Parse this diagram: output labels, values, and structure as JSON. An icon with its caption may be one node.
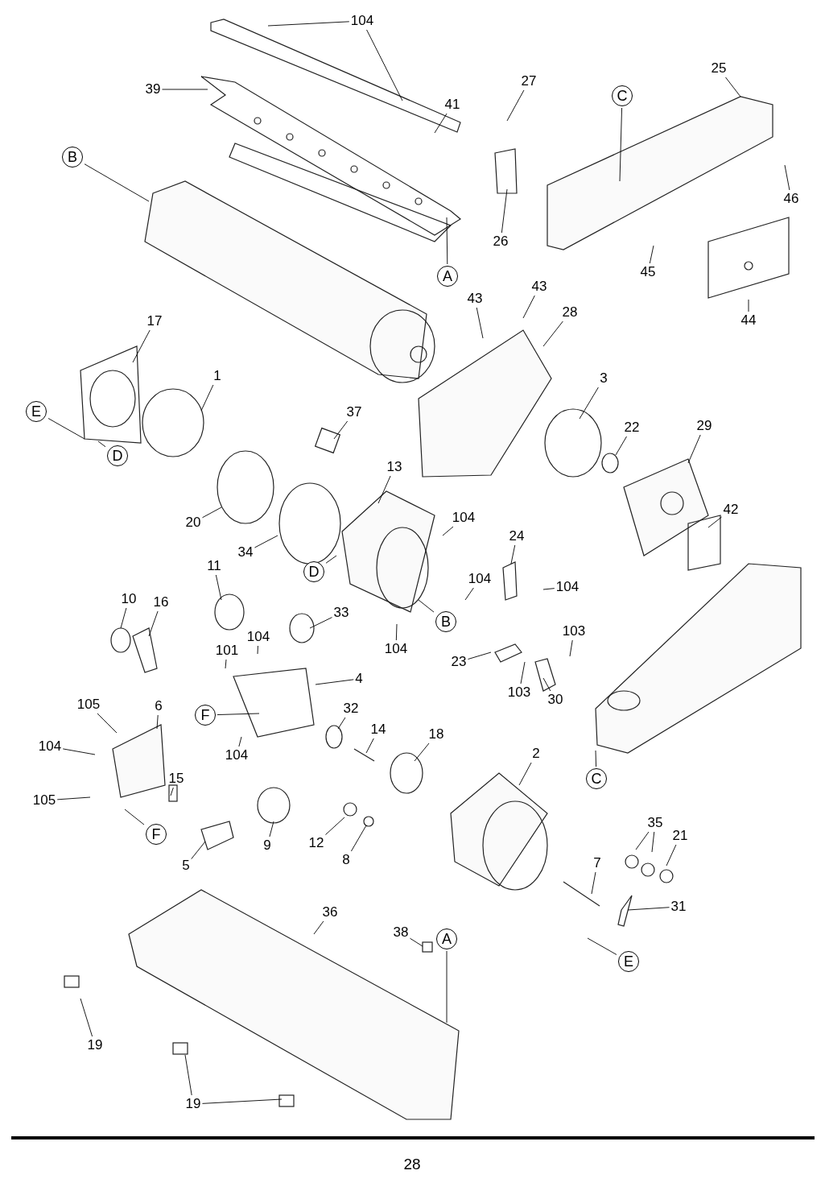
{
  "diagram": {
    "nodes": [
      {
        "text": [
          "104"
        ]
      },
      {
        "text": [
          "39"
        ]
      },
      {
        "text": [
          "41"
        ]
      },
      {
        "text": [
          "B"
        ]
      },
      {
        "text": [
          "A"
        ]
      },
      {
        "text": [
          "27"
        ]
      },
      {
        "text": [
          "25"
        ]
      },
      {
        "text": [
          "C"
        ]
      },
      {
        "text": [
          "46"
        ]
      },
      {
        "text": [
          "26"
        ]
      },
      {
        "text": [
          "45"
        ]
      },
      {
        "text": [
          "44"
        ]
      },
      {
        "text": [
          "43"
        ]
      },
      {
        "text": [
          "43"
        ]
      },
      {
        "text": [
          "28"
        ]
      },
      {
        "text": [
          "17"
        ]
      },
      {
        "text": [
          "1"
        ]
      },
      {
        "text": [
          "E"
        ]
      },
      {
        "text": [
          "D"
        ]
      },
      {
        "text": [
          "37"
        ]
      },
      {
        "text": [
          "3"
        ]
      },
      {
        "text": [
          "22"
        ]
      },
      {
        "text": [
          "29"
        ]
      },
      {
        "text": [
          "13"
        ]
      },
      {
        "text": [
          "20"
        ]
      },
      {
        "text": [
          "104"
        ]
      },
      {
        "text": [
          "42"
        ]
      },
      {
        "text": [
          "24"
        ]
      },
      {
        "text": [
          "34"
        ]
      },
      {
        "text": [
          "D"
        ]
      },
      {
        "text": [
          "11"
        ]
      },
      {
        "text": [
          "104"
        ]
      },
      {
        "text": [
          "104"
        ]
      },
      {
        "text": [
          "10"
        ]
      },
      {
        "text": [
          "16"
        ]
      },
      {
        "text": [
          "B"
        ]
      },
      {
        "text": [
          "33"
        ]
      },
      {
        "text": [
          "104"
        ]
      },
      {
        "text": [
          "103"
        ]
      },
      {
        "text": [
          "101"
        ]
      },
      {
        "text": [
          "104"
        ]
      },
      {
        "text": [
          "23"
        ]
      },
      {
        "text": [
          "4"
        ]
      },
      {
        "text": [
          "103"
        ]
      },
      {
        "text": [
          "30"
        ]
      },
      {
        "text": [
          "105"
        ]
      },
      {
        "text": [
          "6"
        ]
      },
      {
        "text": [
          "F"
        ]
      },
      {
        "text": [
          "32"
        ]
      },
      {
        "text": [
          "14"
        ]
      },
      {
        "text": [
          "18"
        ]
      },
      {
        "text": [
          "104"
        ]
      },
      {
        "text": [
          "104"
        ]
      },
      {
        "text": [
          "2"
        ]
      },
      {
        "text": [
          "C"
        ]
      },
      {
        "text": [
          "15"
        ]
      },
      {
        "text": [
          "105"
        ]
      },
      {
        "text": [
          "F"
        ]
      },
      {
        "text": [
          "35"
        ]
      },
      {
        "text": [
          "21"
        ]
      },
      {
        "text": [
          "9"
        ]
      },
      {
        "text": [
          "12"
        ]
      },
      {
        "text": [
          "8"
        ]
      },
      {
        "text": [
          "5"
        ]
      },
      {
        "text": [
          "7"
        ]
      },
      {
        "text": [
          "31"
        ]
      },
      {
        "text": [
          "36"
        ]
      },
      {
        "text": [
          "38"
        ]
      },
      {
        "text": [
          "A"
        ]
      },
      {
        "text": [
          "E"
        ]
      },
      {
        "text": [
          "19"
        ]
      },
      {
        "text": [
          "19"
        ]
      }
    ],
    "edges": [
      {
        "from": 0,
        "to": null,
        "arrow": "none"
      },
      {
        "from": 0,
        "to": null,
        "arrow": "none"
      },
      {
        "from": 1,
        "to": null,
        "arrow": "none"
      },
      {
        "from": 2,
        "to": null,
        "arrow": "none"
      },
      {
        "from": 3,
        "to": null,
        "arrow": "none"
      },
      {
        "from": 4,
        "to": null,
        "arrow": "none"
      },
      {
        "from": 5,
        "to": null,
        "arrow": "none"
      },
      {
        "from": 6,
        "to": null,
        "arrow": "none"
      },
      {
        "from": 7,
        "to": null,
        "arrow": "none"
      },
      {
        "from": 8,
        "to": null,
        "arrow": "none"
      },
      {
        "from": 9,
        "to": null,
        "arrow": "none"
      },
      {
        "from": 10,
        "to": null,
        "arrow": "none"
      },
      {
        "from": 11,
        "to": null,
        "arrow": "none"
      },
      {
        "from": 12,
        "to": null,
        "arrow": "none"
      },
      {
        "from": 13,
        "to": null,
        "arrow": "none"
      },
      {
        "from": 14,
        "to": null,
        "arrow": "none"
      },
      {
        "from": 15,
        "to": null,
        "arrow": "none"
      },
      {
        "from": 16,
        "to": null,
        "arrow": "none"
      },
      {
        "from": 17,
        "to": null,
        "arrow": "none"
      },
      {
        "from": 18,
        "to": null,
        "arrow": "none"
      },
      {
        "from": 19,
        "to": null,
        "arrow": "none"
      },
      {
        "from": 20,
        "to": null,
        "arrow": "none"
      },
      {
        "from": 21,
        "to": null,
        "arrow": "none"
      },
      {
        "from": 22,
        "to": null,
        "arrow": "none"
      },
      {
        "from": 23,
        "to": null,
        "arrow": "none"
      },
      {
        "from": 24,
        "to": null,
        "arrow": "none"
      },
      {
        "from": 25,
        "to": null,
        "arrow": "none"
      },
      {
        "from": 26,
        "to": null,
        "arrow": "none"
      },
      {
        "from": 27,
        "to": null,
        "arrow": "none"
      },
      {
        "from": 28,
        "to": null,
        "arrow": "none"
      },
      {
        "from": 29,
        "to": null,
        "arrow": "none"
      },
      {
        "from": 30,
        "to": null,
        "arrow": "none"
      },
      {
        "from": 31,
        "to": null,
        "arrow": "none"
      },
      {
        "from": 32,
        "to": null,
        "arrow": "none"
      },
      {
        "from": 33,
        "to": null,
        "arrow": "none"
      },
      {
        "from": 34,
        "to": null,
        "arrow": "none"
      },
      {
        "from": 35,
        "to": null,
        "arrow": "none"
      },
      {
        "from": 36,
        "to": null,
        "arrow": "none"
      },
      {
        "from": 37,
        "to": null,
        "arrow": "none"
      },
      {
        "from": 38,
        "to": null,
        "arrow": "none"
      },
      {
        "from": 39,
        "to": null,
        "arrow": "none"
      },
      {
        "from": 40,
        "to": null,
        "arrow": "none"
      },
      {
        "from": 41,
        "to": null,
        "arrow": "none"
      },
      {
        "from": 42,
        "to": null,
        "arrow": "none"
      },
      {
        "from": 43,
        "to": null,
        "arrow": "none"
      },
      {
        "from": 44,
        "to": null,
        "arrow": "none"
      },
      {
        "from": 45,
        "to": null,
        "arrow": "none"
      },
      {
        "from": 46,
        "to": null,
        "arrow": "none"
      },
      {
        "from": 47,
        "to": null,
        "arrow": "none"
      },
      {
        "from": 48,
        "to": null,
        "arrow": "none"
      },
      {
        "from": 49,
        "to": null,
        "arrow": "none"
      },
      {
        "from": 50,
        "to": null,
        "arrow": "none"
      },
      {
        "from": 51,
        "to": null,
        "arrow": "none"
      },
      {
        "from": 52,
        "to": null,
        "arrow": "none"
      },
      {
        "from": 53,
        "to": null,
        "arrow": "none"
      },
      {
        "from": 54,
        "to": null,
        "arrow": "none"
      },
      {
        "from": 55,
        "to": null,
        "arrow": "none"
      },
      {
        "from": 56,
        "to": null,
        "arrow": "none"
      },
      {
        "from": 57,
        "to": null,
        "arrow": "none"
      },
      {
        "from": 58,
        "to": null,
        "arrow": "none"
      },
      {
        "from": 58,
        "to": null,
        "arrow": "none"
      },
      {
        "from": 59,
        "to": null,
        "arrow": "none"
      },
      {
        "from": 60,
        "to": null,
        "arrow": "none"
      },
      {
        "from": 61,
        "to": null,
        "arrow": "none"
      },
      {
        "from": 62,
        "to": null,
        "arrow": "none"
      },
      {
        "from": 63,
        "to": null,
        "arrow": "none"
      },
      {
        "from": 64,
        "to": null,
        "arrow": "none"
      },
      {
        "from": 65,
        "to": null,
        "arrow": "none"
      },
      {
        "from": 66,
        "to": null,
        "arrow": "none"
      },
      {
        "from": 67,
        "to": null,
        "arrow": "none"
      },
      {
        "from": 68,
        "to": null,
        "arrow": "none"
      },
      {
        "from": 69,
        "to": null,
        "arrow": "none"
      },
      {
        "from": 70,
        "to": null,
        "arrow": "none"
      },
      {
        "from": 71,
        "to": null,
        "arrow": "none"
      },
      {
        "from": 71,
        "to": null,
        "arrow": "none"
      }
    ],
    "labels": [
      "28"
    ]
  }
}
